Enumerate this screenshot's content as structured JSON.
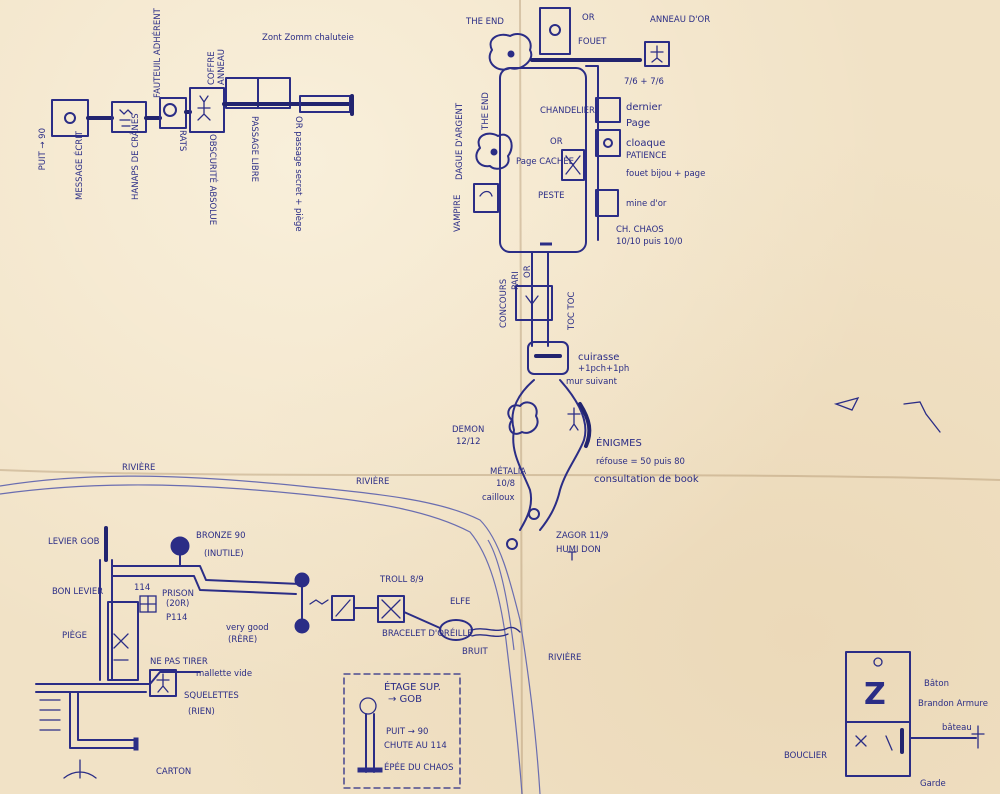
{
  "top_left": {
    "fauteuil_adherent": "FAUTEUIL ADHÉRENT",
    "coffre": "COFFRE",
    "anneau": "ANNEAU",
    "zont_zomm_chaluteie": "Zont Zomm chaluteie",
    "puit": "PUIT → 90",
    "message_ecrit": "MESSAGE ÉCRIT",
    "hanaps_de_cranes": "HANAPS DE CRÂNES",
    "rats": "RATS",
    "obscurite_absolue": "OBSCURITÉ ABSOLUE",
    "passage_libre": "PASSAGE LIBRE",
    "or_passage_secret": "OR passage secret + piège"
  },
  "top_center": {
    "the_end": "THE END",
    "or_label": "OR",
    "fouet": "FOUET",
    "anneau_or": "ANNEAU D'OR",
    "stats": "7/6 + 7/6",
    "chandelier": "CHANDELIER",
    "dernier": "dernier",
    "page": "Page",
    "cloaque": "cloaque",
    "patience": "PATIENCE",
    "dague_argent": "DAGUE D'ARGENT",
    "the_end_2": "THE END",
    "or_2": "OR",
    "page_cachee": "Page CACHÉE",
    "peste": "PESTE",
    "fouet_bijou": "fouet bijou + page",
    "vampire": "VAMPIRE",
    "mine_or": "mine d'or",
    "ch_chaos": "CH. CHAOS",
    "ch_chaos_stats": "10/10 puis 10/0",
    "concours": "CONCOURS",
    "pari": "PARI",
    "or_3": "OR",
    "toc_toc": "TOC TOC",
    "cuirasse": "cuirasse",
    "cuirasse_stats": "+1pch+1ph",
    "mur_suivant": "mur suivant",
    "demon": "DEMON",
    "demon_stats": "12/12",
    "enigmes": "ÉNIGMES",
    "refouse": "réfouse = 50 puis 80",
    "consultation": "consultation de book",
    "metalia": "MÉTALIA",
    "metalia_stats": "10/8",
    "cailloux": "cailloux",
    "zagor": "ZAGOR 11/9",
    "humi_don": "HUMI DON"
  },
  "river": {
    "label_1": "RIVIÈRE",
    "label_2": "RIVIÈRE",
    "label_3": "RIVIÈRE"
  },
  "bottom_left": {
    "levier_gob": "LEVIER GOB",
    "bon_levier": "BON LEVIER",
    "piege": "PIÈGE",
    "bronze": "BRONZE 90",
    "inutile": "(INUTILE)",
    "prison": "PRISON",
    "prison_or": "(20R)",
    "p114": "P114",
    "n114": "114",
    "very_good": "very good",
    "rere": "(RÈRE)",
    "ne_pas_tirer": "NE PAS TIRER",
    "mallette_vide": "mallette vide",
    "squelettes": "SQUELETTES",
    "rien": "(RIEN)",
    "carton": "CARTON",
    "troll": "TROLL 8/9",
    "elfe": "ELFE",
    "bracelet": "BRACELET D'ORÉILLE",
    "bruit": "BRUIT",
    "etage_sup": "ÉTAGE SUP.",
    "gob": "→ GOB",
    "puit_90": "PUIT → 90",
    "chute": "CHUTE AU 114",
    "epee": "ÉPÉE DU CHAOS"
  },
  "bottom_right": {
    "z_letter": "Z",
    "baton": "Bâton",
    "brandon": "Brandon Armure",
    "bouclier": "BOUCLIER",
    "bateau": "bâteau",
    "garde": "Garde"
  }
}
